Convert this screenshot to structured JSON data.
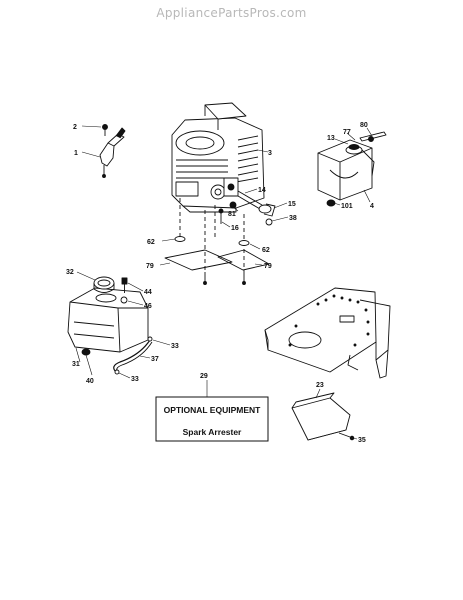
{
  "watermark": "AppliancePartsPros.com",
  "optional_box": {
    "title": "OPTIONAL EQUIPMENT",
    "subtitle": "Spark Arrester"
  },
  "callouts": {
    "c2": "2",
    "c1": "1",
    "c3": "3",
    "c14": "14",
    "c15": "15",
    "c81": "81",
    "c16": "16",
    "c38": "38",
    "c62a": "62",
    "c62b": "62",
    "c79a": "79",
    "c79b": "79",
    "c13": "13",
    "c77": "77",
    "c80": "80",
    "c101": "101",
    "c4": "4",
    "c32": "32",
    "c44": "44",
    "c46": "46",
    "c33a": "33",
    "c37": "37",
    "c31": "31",
    "c40": "40",
    "c33b": "33",
    "c29": "29",
    "c23": "23",
    "c35": "35"
  }
}
